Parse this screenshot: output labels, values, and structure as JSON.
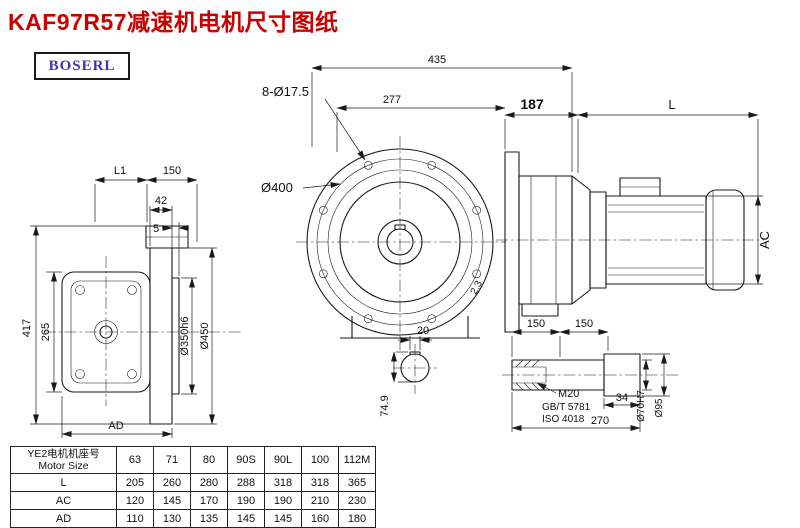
{
  "title": "KAF97R57减速机电机尺寸图纸",
  "logo": {
    "text": "BOSERL"
  },
  "colors": {
    "title": "#c80000",
    "logo": "#4a2fae",
    "line": "#1a1a1a"
  },
  "drawing": {
    "left_view": {
      "dim_L1": "L1",
      "dim_150": "150",
      "dim_42": "42",
      "dim_5": "5",
      "dim_417": "417",
      "dim_265": "265",
      "dim_AD": "AD",
      "dia_350": "Ø350h6",
      "dia_450": "Ø450"
    },
    "front_view": {
      "dim_435": "435",
      "dim_277": "277",
      "label_bolt_holes": "8-Ø17.5",
      "label_bolt_circle": "Ø400",
      "chamfer_note": "2,3"
    },
    "section_detail": {
      "dim_20": "20",
      "dim_74_9": "74.9"
    },
    "side_view": {
      "dim_187": "187",
      "dim_L": "L",
      "dim_AC": "AC"
    },
    "shaft_detail": {
      "dim_150a": "150",
      "dim_150b": "150",
      "thread": "M20",
      "standard_gb": "GB/T 5781",
      "standard_iso": "ISO 4018",
      "dim_34": "34",
      "dim_270": "270",
      "dia_70": "Ø70H7",
      "dia_95": "Ø95"
    }
  },
  "table": {
    "header": {
      "label_cn": "YE2电机机座号",
      "label_en": "Motor Size",
      "sizes": [
        "63",
        "71",
        "80",
        "90S",
        "90L",
        "100",
        "112M"
      ]
    },
    "rows": [
      {
        "label": "L",
        "values": [
          "205",
          "260",
          "280",
          "288",
          "318",
          "318",
          "365"
        ]
      },
      {
        "label": "AC",
        "values": [
          "120",
          "145",
          "170",
          "190",
          "190",
          "210",
          "230"
        ]
      },
      {
        "label": "AD",
        "values": [
          "110",
          "130",
          "135",
          "145",
          "145",
          "160",
          "180"
        ]
      }
    ]
  }
}
